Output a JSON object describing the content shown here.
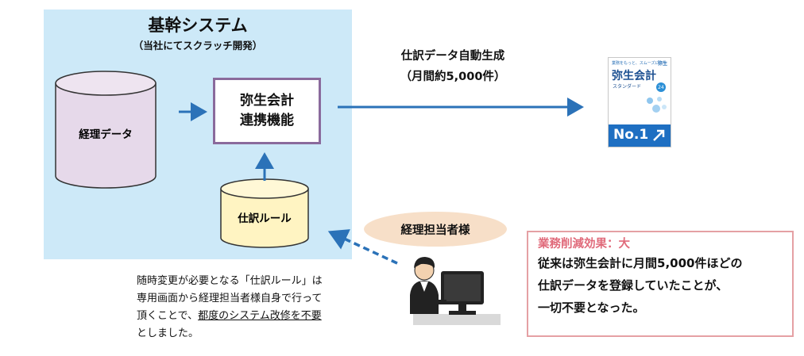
{
  "core_system": {
    "title": "基幹システム",
    "subtitle": "（当社にてスクラッチ開発）",
    "accounting_data": "経理データ",
    "linkage": [
      "弥生会計",
      "連携機能"
    ],
    "rules": "仕訳ルール"
  },
  "auto_generation": {
    "line1": "仕訳データ自動生成",
    "line2": "（月間約5,000件）"
  },
  "product": {
    "tagline": "業務をもっと、スムーズに。",
    "brand": "弥生",
    "name": "弥生会計",
    "edition": "スタンダード",
    "year": "24",
    "badge": "No.1"
  },
  "person_label": "経理担当者様",
  "note": {
    "line1": "随時変更が必要となる「仕訳ルール」は",
    "line2": "専用画面から経理担当者様自身で行って",
    "line3_prefix": "頂くことで、",
    "line3_underline": "都度のシステム改修を不要",
    "line4": "としました。"
  },
  "effect": {
    "title": "業務削減効果：大",
    "lines": [
      "従来は弥生会計に月間5,000件ほどの",
      "仕訳データを登録していたことが、",
      "一切不要となった。"
    ]
  },
  "colors": {
    "core_bg": "#cde9f8",
    "arrow": "#2b72b8",
    "cylinder_purple": "#e6d9ea",
    "cylinder_yellow": "#fff4c2",
    "link_border": "#8a6a9c",
    "effect_title": "#e06a7a",
    "effect_border": "#e5a0a4",
    "person_bubble": "#f7dfc8"
  }
}
